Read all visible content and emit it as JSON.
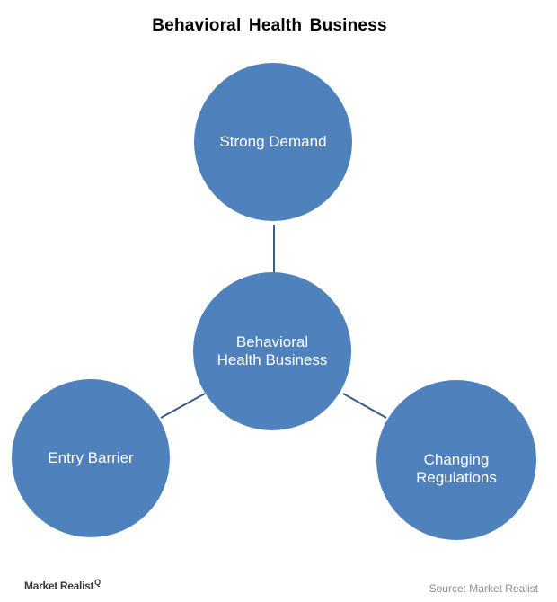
{
  "title": "Behavioral Health Business",
  "diagram": {
    "fill_color": "#4f81bd",
    "connector_color": "#3b5a8a",
    "nodes": [
      {
        "id": "center",
        "label": "Behavioral\nHealth Business"
      },
      {
        "id": "top",
        "label": "Strong Demand"
      },
      {
        "id": "left",
        "label": "Entry Barrier"
      },
      {
        "id": "right",
        "label": "Changing\nRegulations"
      }
    ],
    "edges": [
      {
        "from": "center",
        "to": "top"
      },
      {
        "from": "center",
        "to": "left"
      },
      {
        "from": "center",
        "to": "right"
      }
    ]
  },
  "footer": {
    "logo_text": "Market Realist",
    "logo_mark": "Q",
    "source": "Source: Market Realist"
  }
}
